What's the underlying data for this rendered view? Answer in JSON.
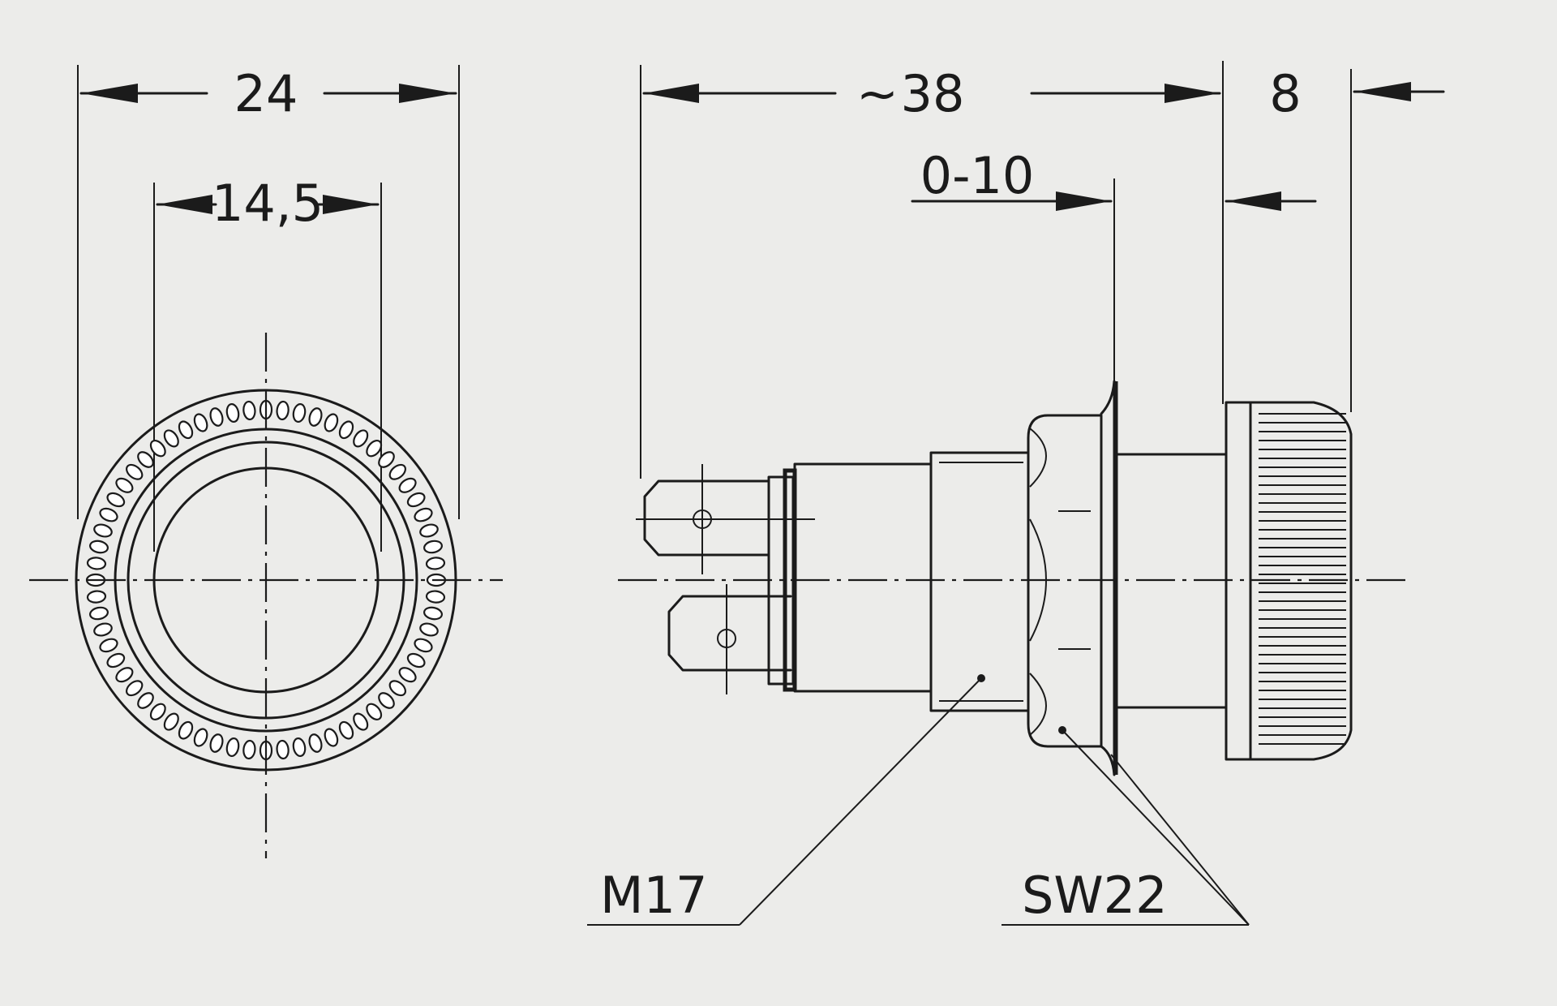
{
  "dimensions": {
    "outer_diameter": "24",
    "inner_diameter": "14,5",
    "overall_length": "38",
    "approx_symbol": "~",
    "panel_thickness": "0-10",
    "knob_length": "8"
  },
  "callouts": {
    "thread": "M17",
    "wrench": "SW22"
  }
}
